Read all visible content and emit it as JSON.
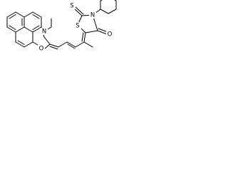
{
  "structure": {
    "atoms": {
      "n_benzoxazole": "N",
      "o_benzoxazole": "O",
      "s_ring": "S",
      "s_thioxo": "S",
      "n_rhodanine": "N",
      "o_carbonyl": "O"
    }
  }
}
